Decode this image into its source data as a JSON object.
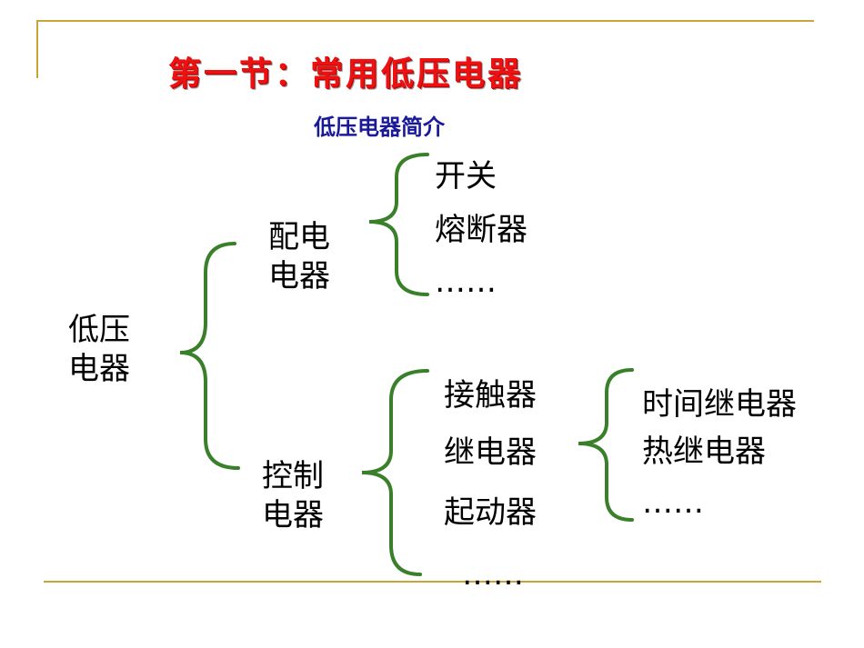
{
  "title": "第一节：常用低压电器",
  "subtitle": "低压电器简介",
  "colors": {
    "title": "#ee1111",
    "subtitle": "#1a1a99",
    "brace": "#3a7f2a",
    "rule": "#c9a43a"
  },
  "root": {
    "line1": "低压",
    "line2": "电器"
  },
  "distribution": {
    "line1": "配电",
    "line2": "电器",
    "items": [
      "开关",
      "熔断器",
      "……"
    ]
  },
  "control": {
    "line1": "控制",
    "line2": "电器",
    "items": [
      "接触器",
      "继电器",
      "起动器",
      "……"
    ]
  },
  "relay": {
    "items": [
      "时间继电器",
      "热继电器",
      "……"
    ]
  }
}
